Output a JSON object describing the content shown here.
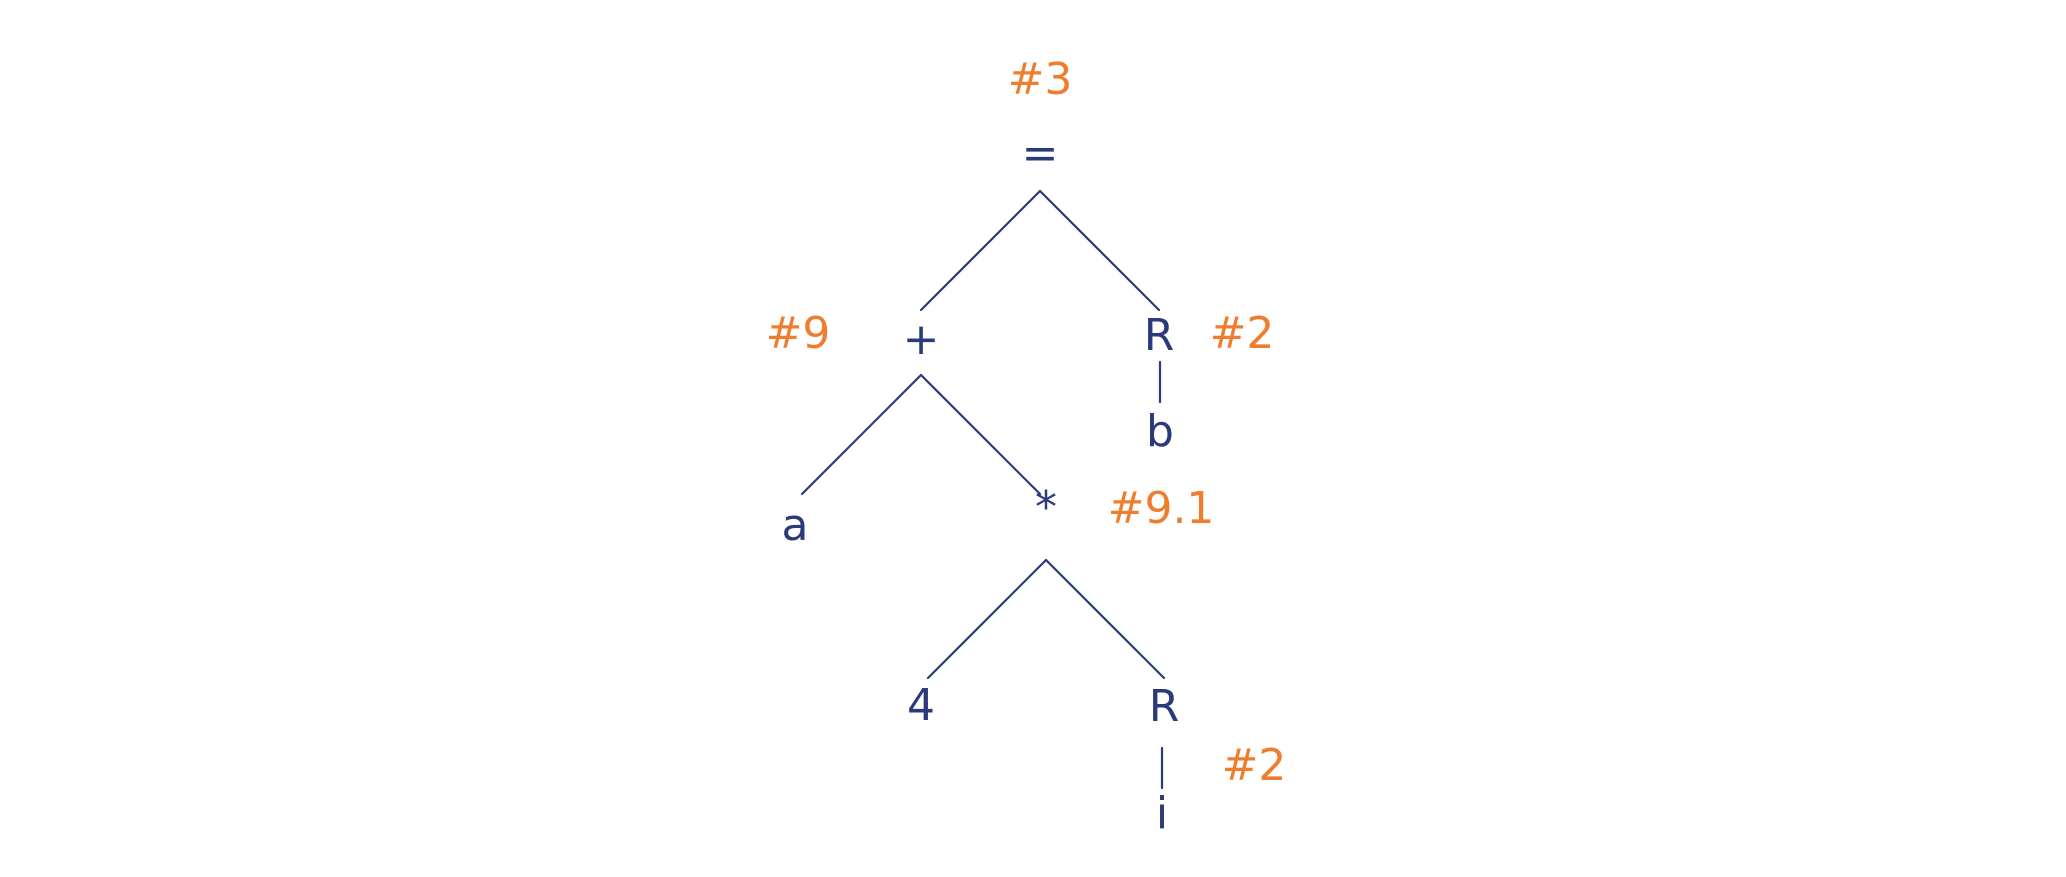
{
  "colors": {
    "node": "#2b3a7a",
    "annotation": "#ef7d2e",
    "background": "#ffffff"
  },
  "tree": {
    "nodes": {
      "root": "=",
      "plus": "+",
      "r_top": "R",
      "b": "b",
      "a": "a",
      "star": "*",
      "four": "4",
      "r_bottom": "R",
      "i": "i"
    },
    "annotations": {
      "root": "#3",
      "plus": "#9",
      "r_top": "#2",
      "star": "#9.1",
      "r_bottom": "#2"
    }
  }
}
